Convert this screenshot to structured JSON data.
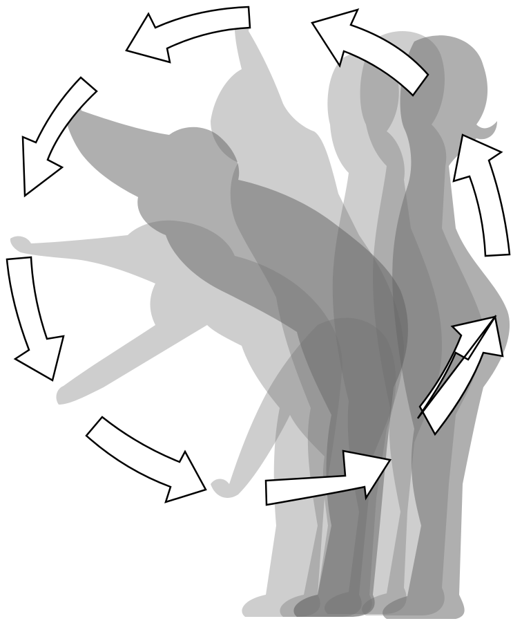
{
  "figure": {
    "subject": "dancer-motion-sequence",
    "silhouette_color": "#6f6f6f",
    "arrow_fill": "#ffffff",
    "arrow_stroke": "#000000",
    "motion": "counter-clockwise",
    "arrow_count": 8,
    "silhouette_count": 6
  }
}
